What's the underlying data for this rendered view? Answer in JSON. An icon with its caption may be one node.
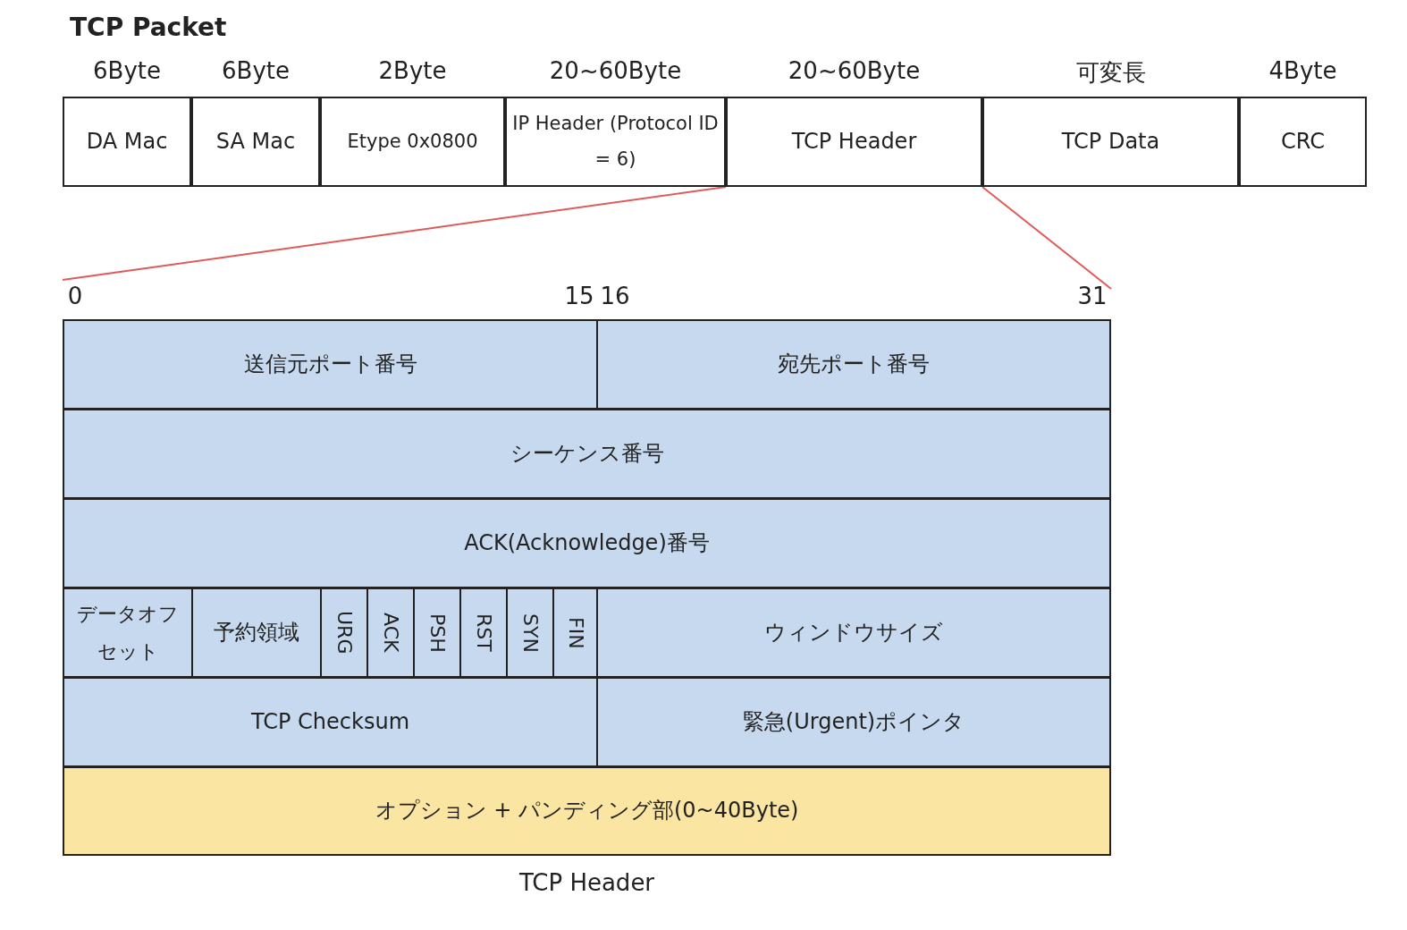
{
  "diagram": {
    "title": "TCP Packet",
    "nodes": [
      {
        "text": [
          "DA Mac"
        ],
        "beside": [
          "6Byte"
        ]
      },
      {
        "text": [
          "SA Mac"
        ],
        "beside": [
          "6Byte"
        ]
      },
      {
        "text": [
          "Etype 0x0800"
        ],
        "beside": [
          "2Byte"
        ]
      },
      {
        "text": [
          "IP Header (Protocol ID = 6)"
        ],
        "beside": [
          "20~60Byte"
        ]
      },
      {
        "text": [
          "TCP Header"
        ],
        "beside": [
          "20~60Byte"
        ]
      },
      {
        "text": [
          "TCP Data"
        ],
        "beside": [
          "可変長"
        ]
      },
      {
        "text": [
          "CRC"
        ],
        "beside": [
          "4Byte"
        ]
      },
      {
        "text": [
          "TCP Header"
        ]
      },
      {
        "text": [
          "送信元ポート番号"
        ],
        "in": 7
      },
      {
        "text": [
          "宛先ポート番号"
        ],
        "in": 7
      },
      {
        "text": [
          "シーケンス番号"
        ],
        "in": 7
      },
      {
        "text": [
          "ACK(Acknowledge)番号"
        ],
        "in": 7
      },
      {
        "text": [
          "データオフセット"
        ],
        "in": 7
      },
      {
        "text": [
          "予約領域"
        ],
        "in": 7
      },
      {
        "text": [
          "URG"
        ],
        "in": 7
      },
      {
        "text": [
          "ACK"
        ],
        "in": 7
      },
      {
        "text": [
          "PSH"
        ],
        "in": 7
      },
      {
        "text": [
          "RST"
        ],
        "in": 7
      },
      {
        "text": [
          "SYN"
        ],
        "in": 7
      },
      {
        "text": [
          "FIN"
        ],
        "in": 7
      },
      {
        "text": [
          "ウィンドウサイズ"
        ],
        "in": 7
      },
      {
        "text": [
          "TCP Checksum"
        ],
        "in": 7
      },
      {
        "text": [
          "緊急(Urgent)ポインタ"
        ],
        "in": 7
      },
      {
        "text": [
          "オプション + パンディング部(0~40Byte)"
        ],
        "in": 7
      }
    ],
    "edges": [
      {
        "from": 4,
        "to": 7,
        "arrow": "none",
        "color": "#e05a5a"
      },
      {
        "from": 4,
        "to": 7,
        "arrow": "none",
        "color": "#e05a5a"
      }
    ],
    "labels": [
      "0",
      "15",
      "16",
      "31"
    ]
  }
}
